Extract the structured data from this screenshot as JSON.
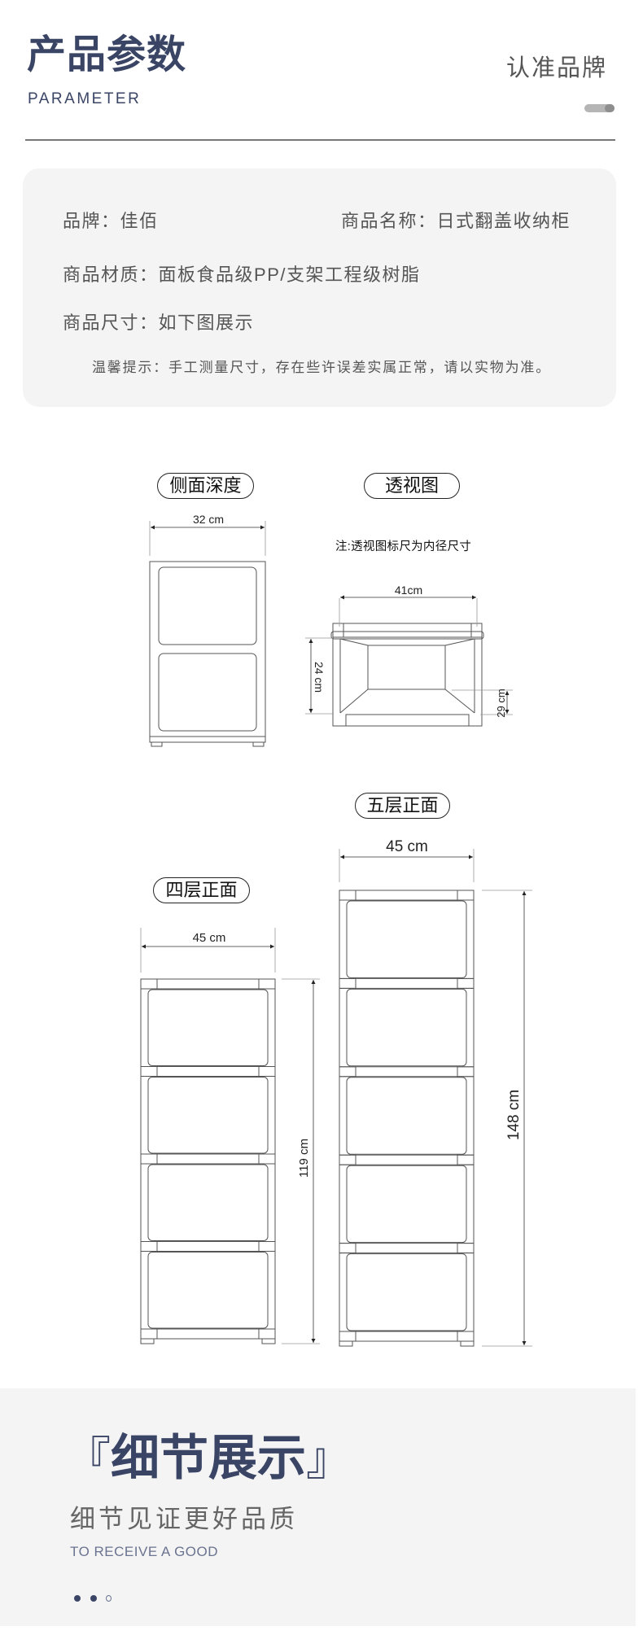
{
  "header": {
    "title": "产品参数",
    "subtitle_en": "PARAMETER",
    "brand_tag": "认准品牌"
  },
  "params": {
    "brand": {
      "label": "品牌：",
      "value": "佳佰"
    },
    "name": {
      "label": "商品名称：",
      "value": "日式翻盖收纳柜"
    },
    "material": {
      "label": "商品材质：",
      "value": "面板食品级PP/支架工程级树脂"
    },
    "size": {
      "label": "商品尺寸：",
      "value": "如下图展示"
    },
    "note": "温馨提示：手工测量尺寸，存在些许误差实属正常，请以实物为准。"
  },
  "diagrams": {
    "side": {
      "label": "侧面深度",
      "width": "32 cm"
    },
    "perspective": {
      "label": "透视图",
      "note": "注:透视图标尺为内径尺寸",
      "width": "41cm",
      "height": "24 cm",
      "inner": "29 cm"
    },
    "four_tier": {
      "label": "四层正面",
      "width": "45 cm",
      "height": "119 cm",
      "tiers": 4
    },
    "five_tier": {
      "label": "五层正面",
      "width": "45 cm",
      "height": "148 cm",
      "tiers": 5
    }
  },
  "detail": {
    "bracket_open": "『",
    "title": "细节展示",
    "bracket_close": "』",
    "subtitle": "细节见证更好品质",
    "subtitle_en": "TO RECEIVE A GOOD",
    "dots_total": 3,
    "dots_active": 2
  },
  "colors": {
    "accent": "#3a4566",
    "panel_bg": "#f4f4f4",
    "text": "#555555"
  }
}
